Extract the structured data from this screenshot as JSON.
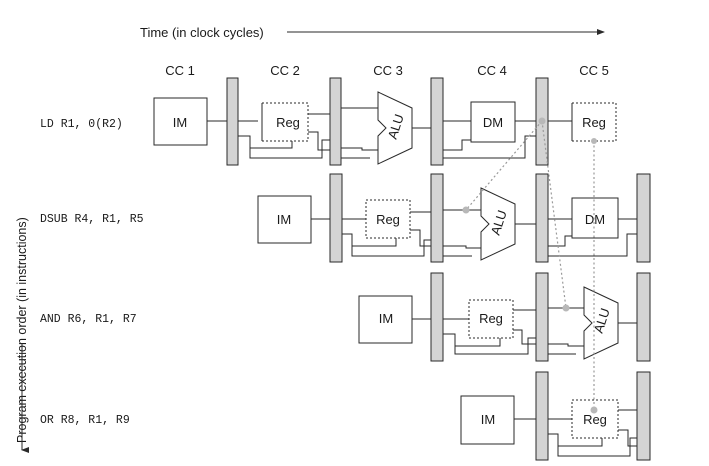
{
  "time_axis_label": "Time (in clock cycles)",
  "order_axis_label": "Program execution order (in instructions)",
  "cycles": [
    "CC 1",
    "CC 2",
    "CC 3",
    "CC 4",
    "CC 5"
  ],
  "instructions": [
    "LD R1, 0(R2)",
    "DSUB R4, R1, R5",
    "AND R6, R1, R7",
    "OR R8, R1, R9"
  ],
  "stage_labels": {
    "im": "IM",
    "reg": "Reg",
    "alu": "ALU",
    "dm": "DM"
  },
  "colors": {
    "pipeline_register": "#d4d4d4",
    "forwarding_path": "#9a9a9a",
    "line": "#2a2a2a"
  }
}
